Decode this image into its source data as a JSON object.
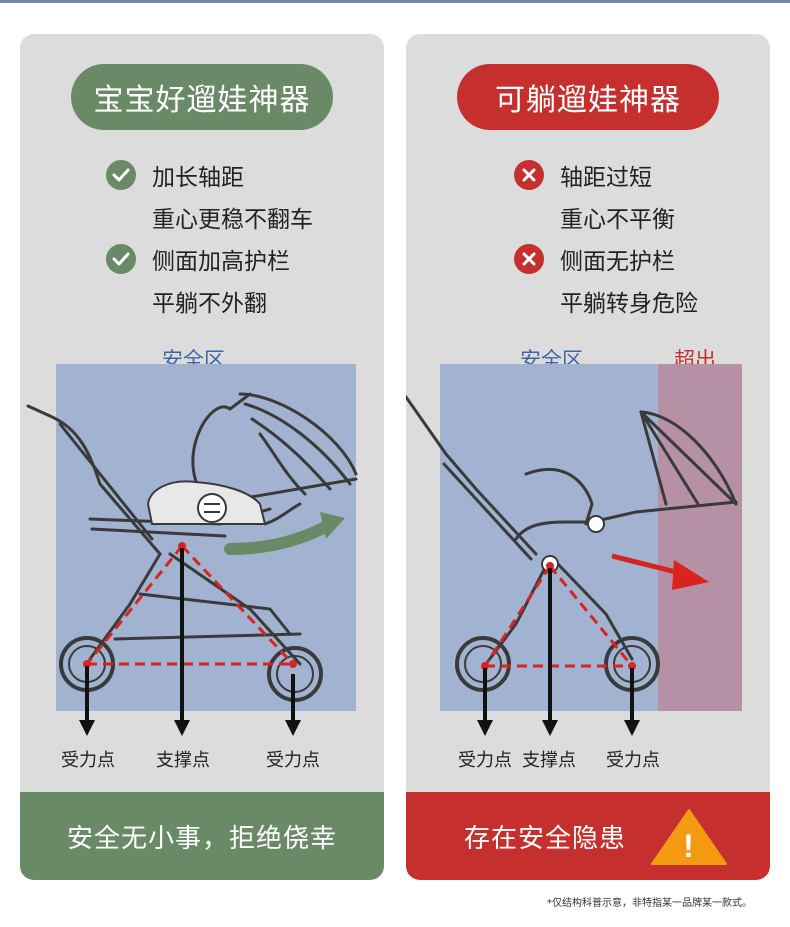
{
  "left": {
    "title": "宝宝好遛娃神器",
    "features": [
      {
        "icon": "check-icon",
        "text": "加长轴距"
      },
      {
        "icon": "",
        "text": "重心更稳不翻车"
      },
      {
        "icon": "check-icon",
        "text": "侧面加高护栏"
      },
      {
        "icon": "",
        "text": "平躺不外翻"
      }
    ],
    "zone": "安全区",
    "forces": [
      "受力点",
      "支撑点",
      "受力点"
    ],
    "bottom": "安全无小事，拒绝侥幸"
  },
  "right": {
    "title": "可躺遛娃神器",
    "features": [
      {
        "icon": "cross-icon",
        "text": "轴距过短"
      },
      {
        "icon": "",
        "text": "重心不平衡"
      },
      {
        "icon": "cross-icon",
        "text": "侧面无护栏"
      },
      {
        "icon": "",
        "text": "平躺转身危险"
      }
    ],
    "zone": "安全区",
    "over": "超出",
    "forces": [
      "受力点",
      "支撑点",
      "受力点"
    ],
    "bottom": "存在安全隐患",
    "warning_symbol": "!"
  },
  "footnote": "*仅结构科普示意，非特指某一品牌某一款式。",
  "colors": {
    "green": "#6a8a67",
    "red": "#c5302f",
    "safe_zone": "#a2b3d1",
    "over_zone": "#b690a4",
    "zone_text_blue": "#3e64a8",
    "warning_orange": "#f39a12"
  }
}
